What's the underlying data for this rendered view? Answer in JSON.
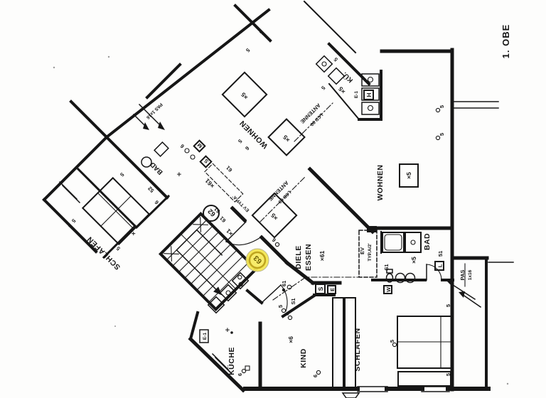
{
  "header": {
    "floor_label": "1. OBE"
  },
  "rooms": {
    "wohnen": "WOHNEN",
    "bad": "BAD",
    "schlafen": "SCHLAFEN",
    "kind": "KIND",
    "kueche": "KÜCHE",
    "diele": "DIELE",
    "essen": "ESSEN",
    "kue_small": "KÜ."
  },
  "labels": {
    "antenne": "ANTENNE",
    "lcd": "LCD 90",
    "ev": "EV",
    "ev_typ": "TYP.A/2'",
    "ev_typ_diag": "EV TYP.A'",
    "pas": "PAS",
    "pas_size": "1x16",
    "pas_diag": "PAS 1x16",
    "e1": "E-1"
  },
  "markers": {
    "flat62": "62",
    "flat63": "63"
  },
  "symbols": {
    "x5": "×5",
    "x6": "×6",
    "x61": "×61",
    "x1": "×1",
    "x": "×",
    "n5": "5",
    "n6": "6",
    "n51": "51",
    "n52": "52",
    "n61": "61",
    "s1": "S1",
    "bx_s": "S",
    "bx_e": "E",
    "bx_m": "M",
    "bx_w": "W",
    "bx_l": "L",
    "bx_h": "H"
  },
  "colors": {
    "ink": "#161616",
    "highlight_fill": "#f3e654",
    "highlight_ring": "#bfa51e",
    "highlight_text": "#6e5f05"
  }
}
